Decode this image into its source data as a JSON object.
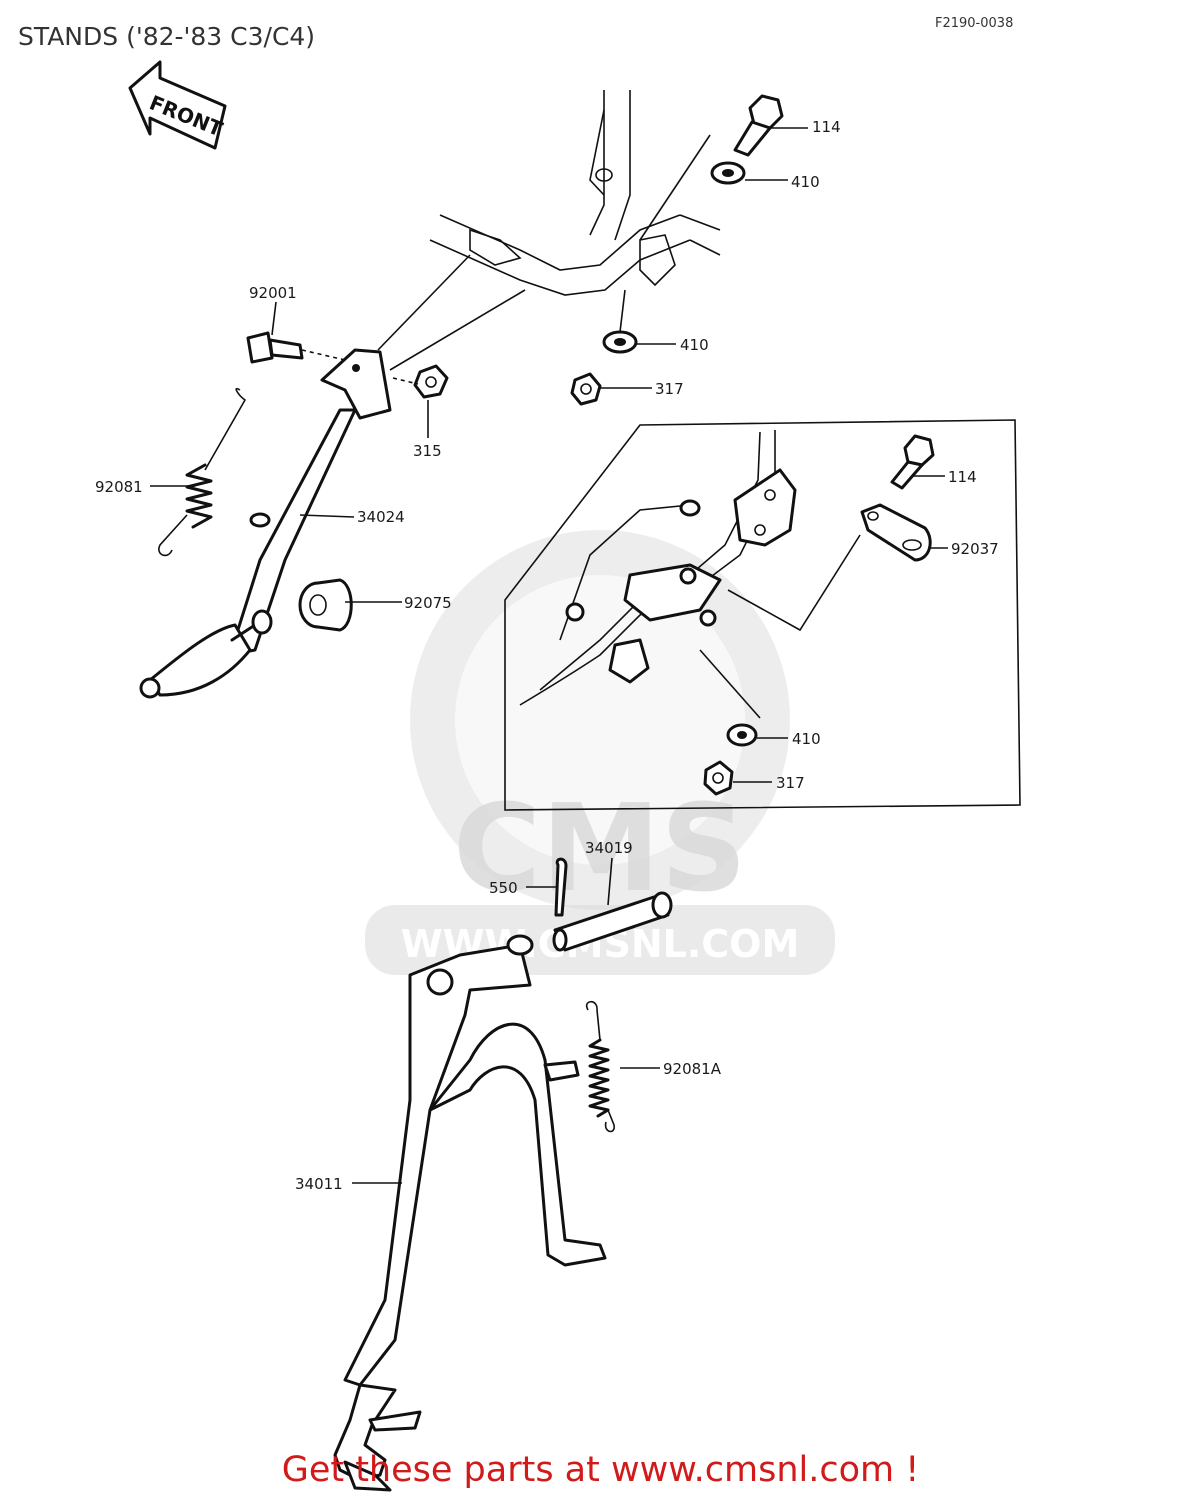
{
  "header": {
    "title": "STANDS ('82-'83 C3/C4)",
    "figure_code": "F2190-0038"
  },
  "front_arrow": {
    "label": "FRONT",
    "icon": "front-arrow-icon"
  },
  "callouts": {
    "p114_top": "114",
    "p410_top": "410",
    "p92001": "92001",
    "p410_mid": "410",
    "p317_mid": "317",
    "p315": "315",
    "p92081": "92081",
    "p34024": "34024",
    "p92075": "92075",
    "p114_inset": "114",
    "p92037": "92037",
    "p410_inset": "410",
    "p317_inset": "317",
    "p34019": "34019",
    "p550": "550",
    "p92081A": "92081A",
    "p34011": "34011"
  },
  "watermark": {
    "brand": "CMS",
    "url": "WWW.CMSNL.COM"
  },
  "footer": {
    "link_text": "Get these parts at www.cmsnl.com !"
  },
  "colors": {
    "footer_link": "#d11a1a",
    "line_art": "#111111",
    "watermark": "#d8d8d8"
  }
}
